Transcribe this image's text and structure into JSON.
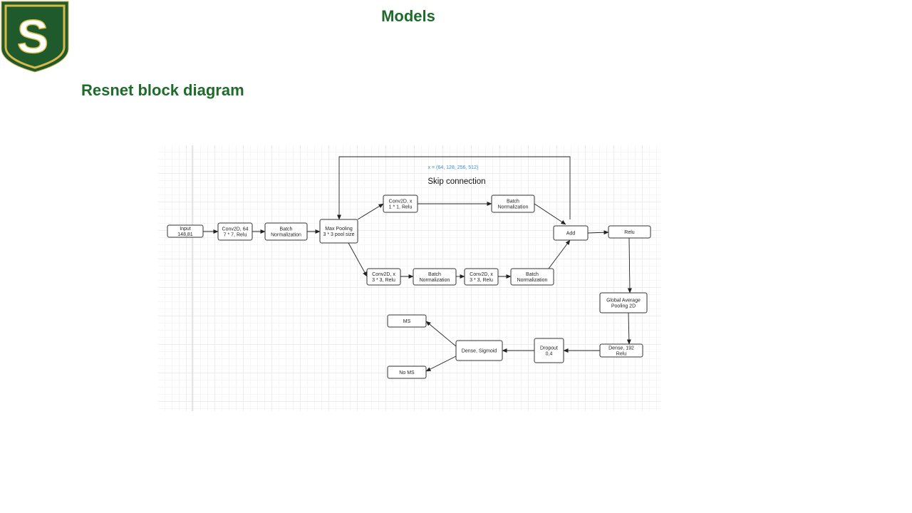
{
  "slide": {
    "title": "Models",
    "heading": "Resnet block diagram",
    "logo_letter": "S",
    "colors": {
      "title": "#1e6b2b",
      "shield_green": "#1e5a2c",
      "shield_gold": "#d8b84a"
    }
  },
  "diagram": {
    "param_label": "x = (64, 128, 256, 512)",
    "skip_label": "Skip connection",
    "nodes": [
      {
        "id": "input",
        "lines": [
          "Input",
          "148,81"
        ]
      },
      {
        "id": "conv2d-64",
        "lines": [
          "Conv2D, 64",
          "7 * 7, Relu"
        ]
      },
      {
        "id": "batch-norm-1",
        "lines": [
          "Batch",
          "Normalization"
        ]
      },
      {
        "id": "max-pooling",
        "lines": [
          "Max Pooling",
          "3 * 3 pool size"
        ]
      },
      {
        "id": "conv2d-x-1x1",
        "lines": [
          "Conv2D, x",
          "1 * 1, Relu"
        ]
      },
      {
        "id": "batch-norm-top",
        "lines": [
          "Batch",
          "Normalization"
        ]
      },
      {
        "id": "add",
        "lines": [
          "Add"
        ]
      },
      {
        "id": "relu",
        "lines": [
          "Relu"
        ]
      },
      {
        "id": "conv2d-x-3x3-a",
        "lines": [
          "Conv2D, x",
          "3 * 3, Relu"
        ]
      },
      {
        "id": "batch-norm-bottom-1",
        "lines": [
          "Batch",
          "Normalization"
        ]
      },
      {
        "id": "conv2d-x-3x3-b",
        "lines": [
          "Conv2D, x",
          "3 * 3, Relu"
        ]
      },
      {
        "id": "batch-norm-bottom-2",
        "lines": [
          "Batch",
          "Normalization"
        ]
      },
      {
        "id": "global-avg-pooling",
        "lines": [
          "Global Average",
          "Pooling 2D"
        ]
      },
      {
        "id": "dense-192",
        "lines": [
          "Dense, 192",
          "Relu"
        ]
      },
      {
        "id": "dropout",
        "lines": [
          "Dropout",
          "0,4"
        ]
      },
      {
        "id": "dense-sigmoid",
        "lines": [
          "Dense, Sigmoid"
        ]
      },
      {
        "id": "ms",
        "lines": [
          "MS"
        ]
      },
      {
        "id": "no-ms",
        "lines": [
          "No MS"
        ]
      }
    ]
  }
}
